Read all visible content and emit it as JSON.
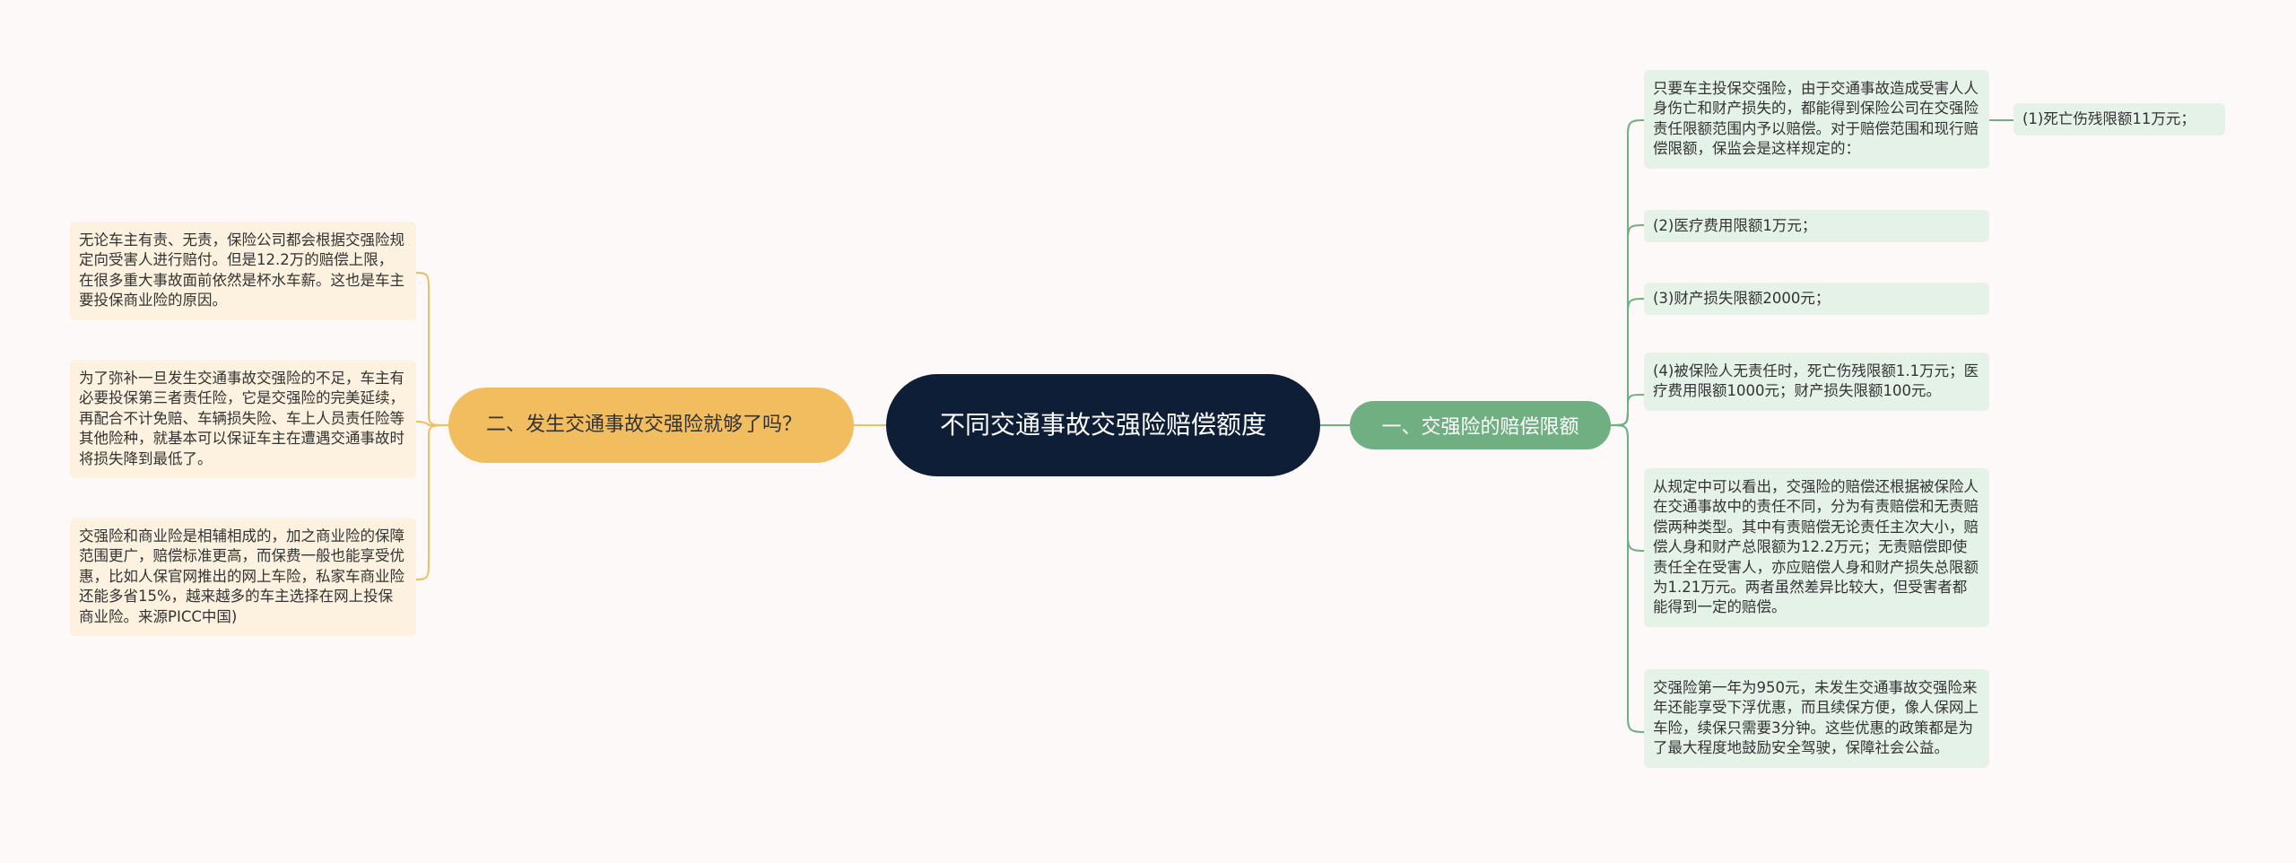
{
  "root": {
    "title": "不同交通事故交强险赔偿额度"
  },
  "branches": {
    "left": {
      "label": "二、发生交通事故交强险就够了吗？"
    },
    "right": {
      "label": "一、交强险的赔偿限额"
    }
  },
  "left_leaves": [
    "无论车主有责、无责，保险公司都会根据交强险规定向受害人进行赔付。但是12.2万的赔偿上限，在很多重大事故面前依然是杯水车薪。这也是车主要投保商业险的原因。",
    "为了弥补一旦发生交通事故交强险的不足，车主有必要投保第三者责任险，它是交强险的完美延续，再配合不计免赔、车辆损失险、车上人员责任险等其他险种，就基本可以保证车主在遭遇交通事故时将损失降到最低了。",
    "交强险和商业险是相辅相成的，加之商业险的保障范围更广，赔偿标准更高，而保费一般也能享受优惠，比如人保官网推出的网上车险，私家车商业险还能多省15%，越来越多的车主选择在网上投保商业险。来源PICC中国)"
  ],
  "right_leaves": [
    "只要车主投保交强险，由于交通事故造成受害人人身伤亡和财产损失的，都能得到保险公司在交强险责任限额范围内予以赔偿。对于赔偿范围和现行赔偿限额，保监会是这样规定的：",
    "(2)医疗费用限额1万元；",
    "(3)财产损失限额2000元；",
    "(4)被保险人无责任时，死亡伤残限额1.1万元；医疗费用限额1000元；财产损失限额100元。",
    "从规定中可以看出，交强险的赔偿还根据被保险人在交通事故中的责任不同，分为有责赔偿和无责赔偿两种类型。其中有责赔偿无论责任主次大小，赔偿人身和财产总限额为12.2万元；无责赔偿即使责任全在受害人，亦应赔偿人身和财产损失总限额为1.21万元。两者虽然差异比较大，但受害者都能得到一定的赔偿。",
    "交强险第一年为950元，未发生交通事故交强险来年还能享受下浮优惠，而且续保方便，像人保网上车险，续保只需要3分钟。这些优惠的政策都是为了最大程度地鼓励安全驾驶，保障社会公益。"
  ],
  "sub_leaf": {
    "label": "(1)死亡伤残限额11万元；"
  },
  "colors": {
    "background": "#fdf9f8",
    "root": "#0d1e36",
    "left_branch": "#f2bd5f",
    "right_branch": "#6faf82",
    "left_leaf": "#fdf1df",
    "right_leaf": "#e5f2e8"
  }
}
